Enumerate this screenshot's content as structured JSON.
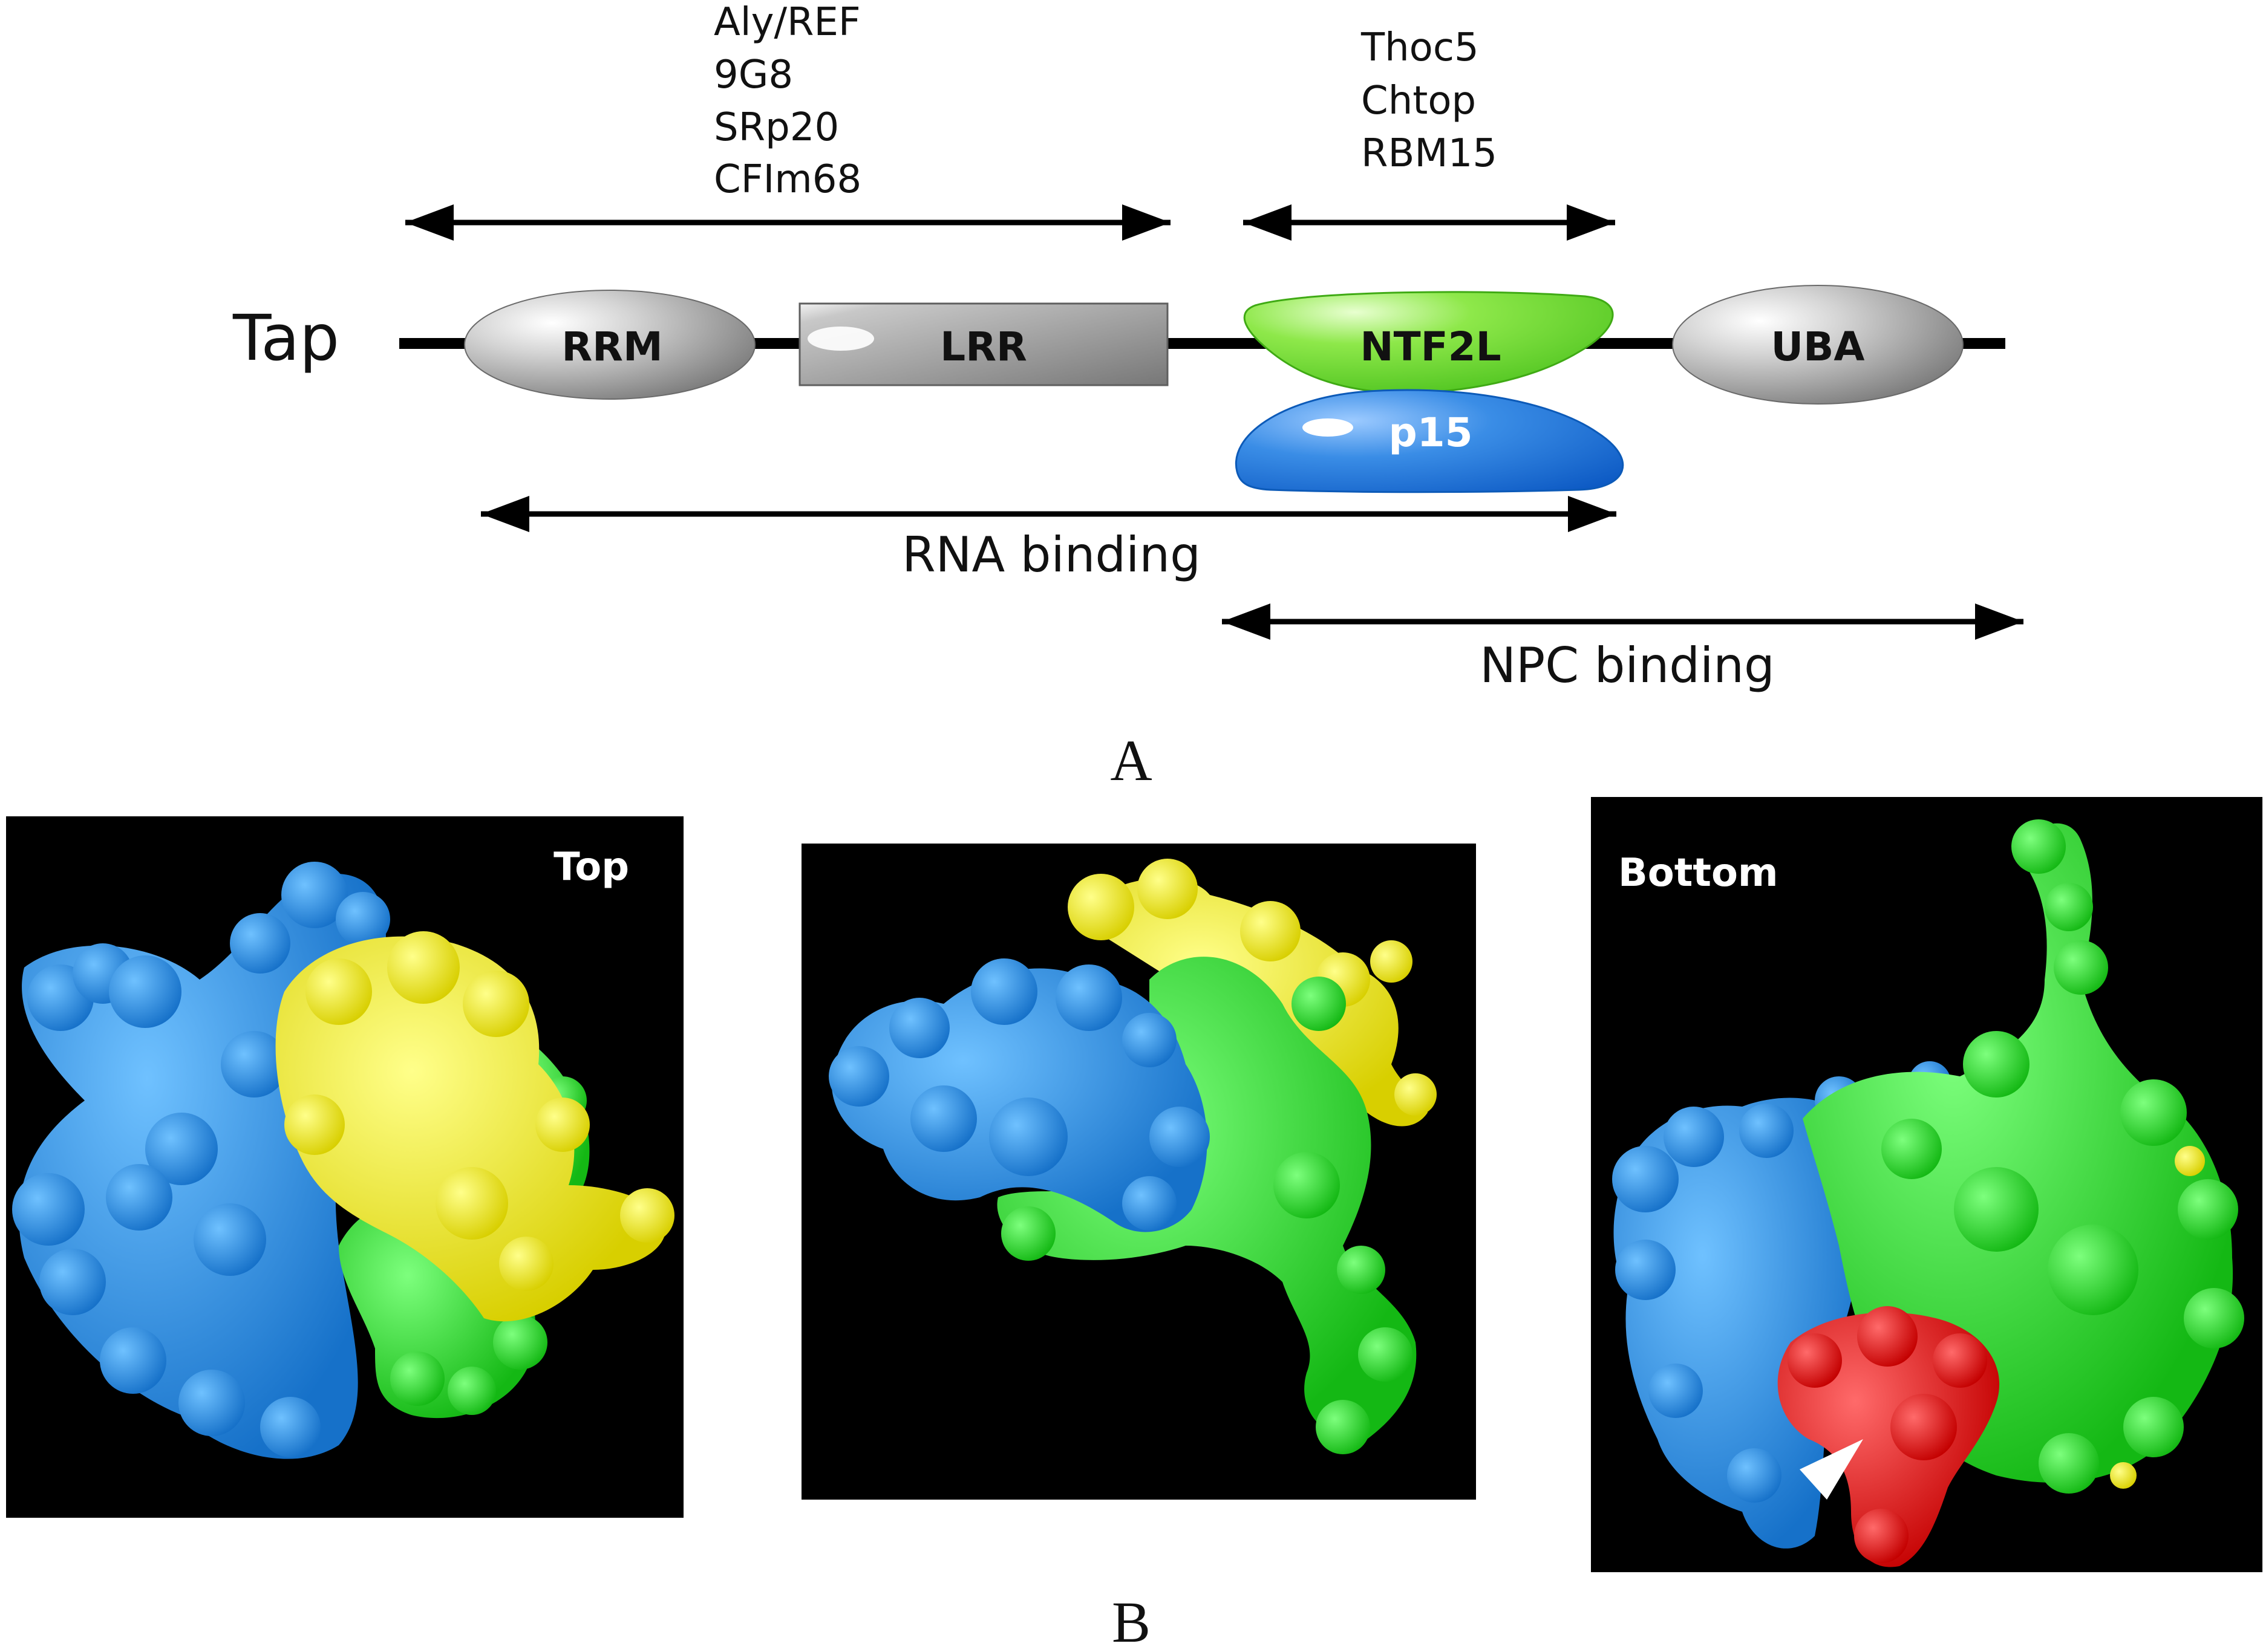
{
  "panel_a": {
    "protein_label": "Tap",
    "domains": {
      "rrm": "RRM",
      "lrr": "LRR",
      "ntf2l": "NTF2L",
      "uba": "UBA",
      "p15": "p15"
    },
    "lrr_binders": [
      "Aly/REF",
      "9G8",
      "SRp20",
      "CFIm68"
    ],
    "ntf2l_binders": [
      "Thoc5",
      "Chtop",
      "RBM15"
    ],
    "rna_binding_label": "RNA binding",
    "npc_binding_label": "NPC binding",
    "panel_label": "A"
  },
  "panel_b": {
    "views": [
      {
        "label": "Top"
      },
      {
        "label": ""
      },
      {
        "label": "Bottom"
      }
    ],
    "panel_label": "B",
    "colors": {
      "background": "#000000",
      "blue": "#1e86e0",
      "yellow": "#f4ec12",
      "green": "#1ed41e",
      "red": "#ee1111"
    }
  }
}
